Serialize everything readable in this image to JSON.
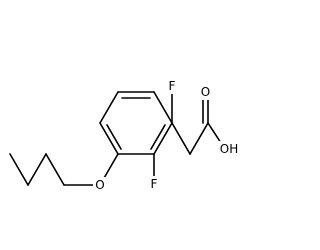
{
  "structure": {
    "atoms": {
      "fluorine_top": "F",
      "fluorine_bottom": "F",
      "ether_oxygen": "O",
      "carbonyl_oxygen": "O",
      "hydroxyl": "OH"
    }
  }
}
